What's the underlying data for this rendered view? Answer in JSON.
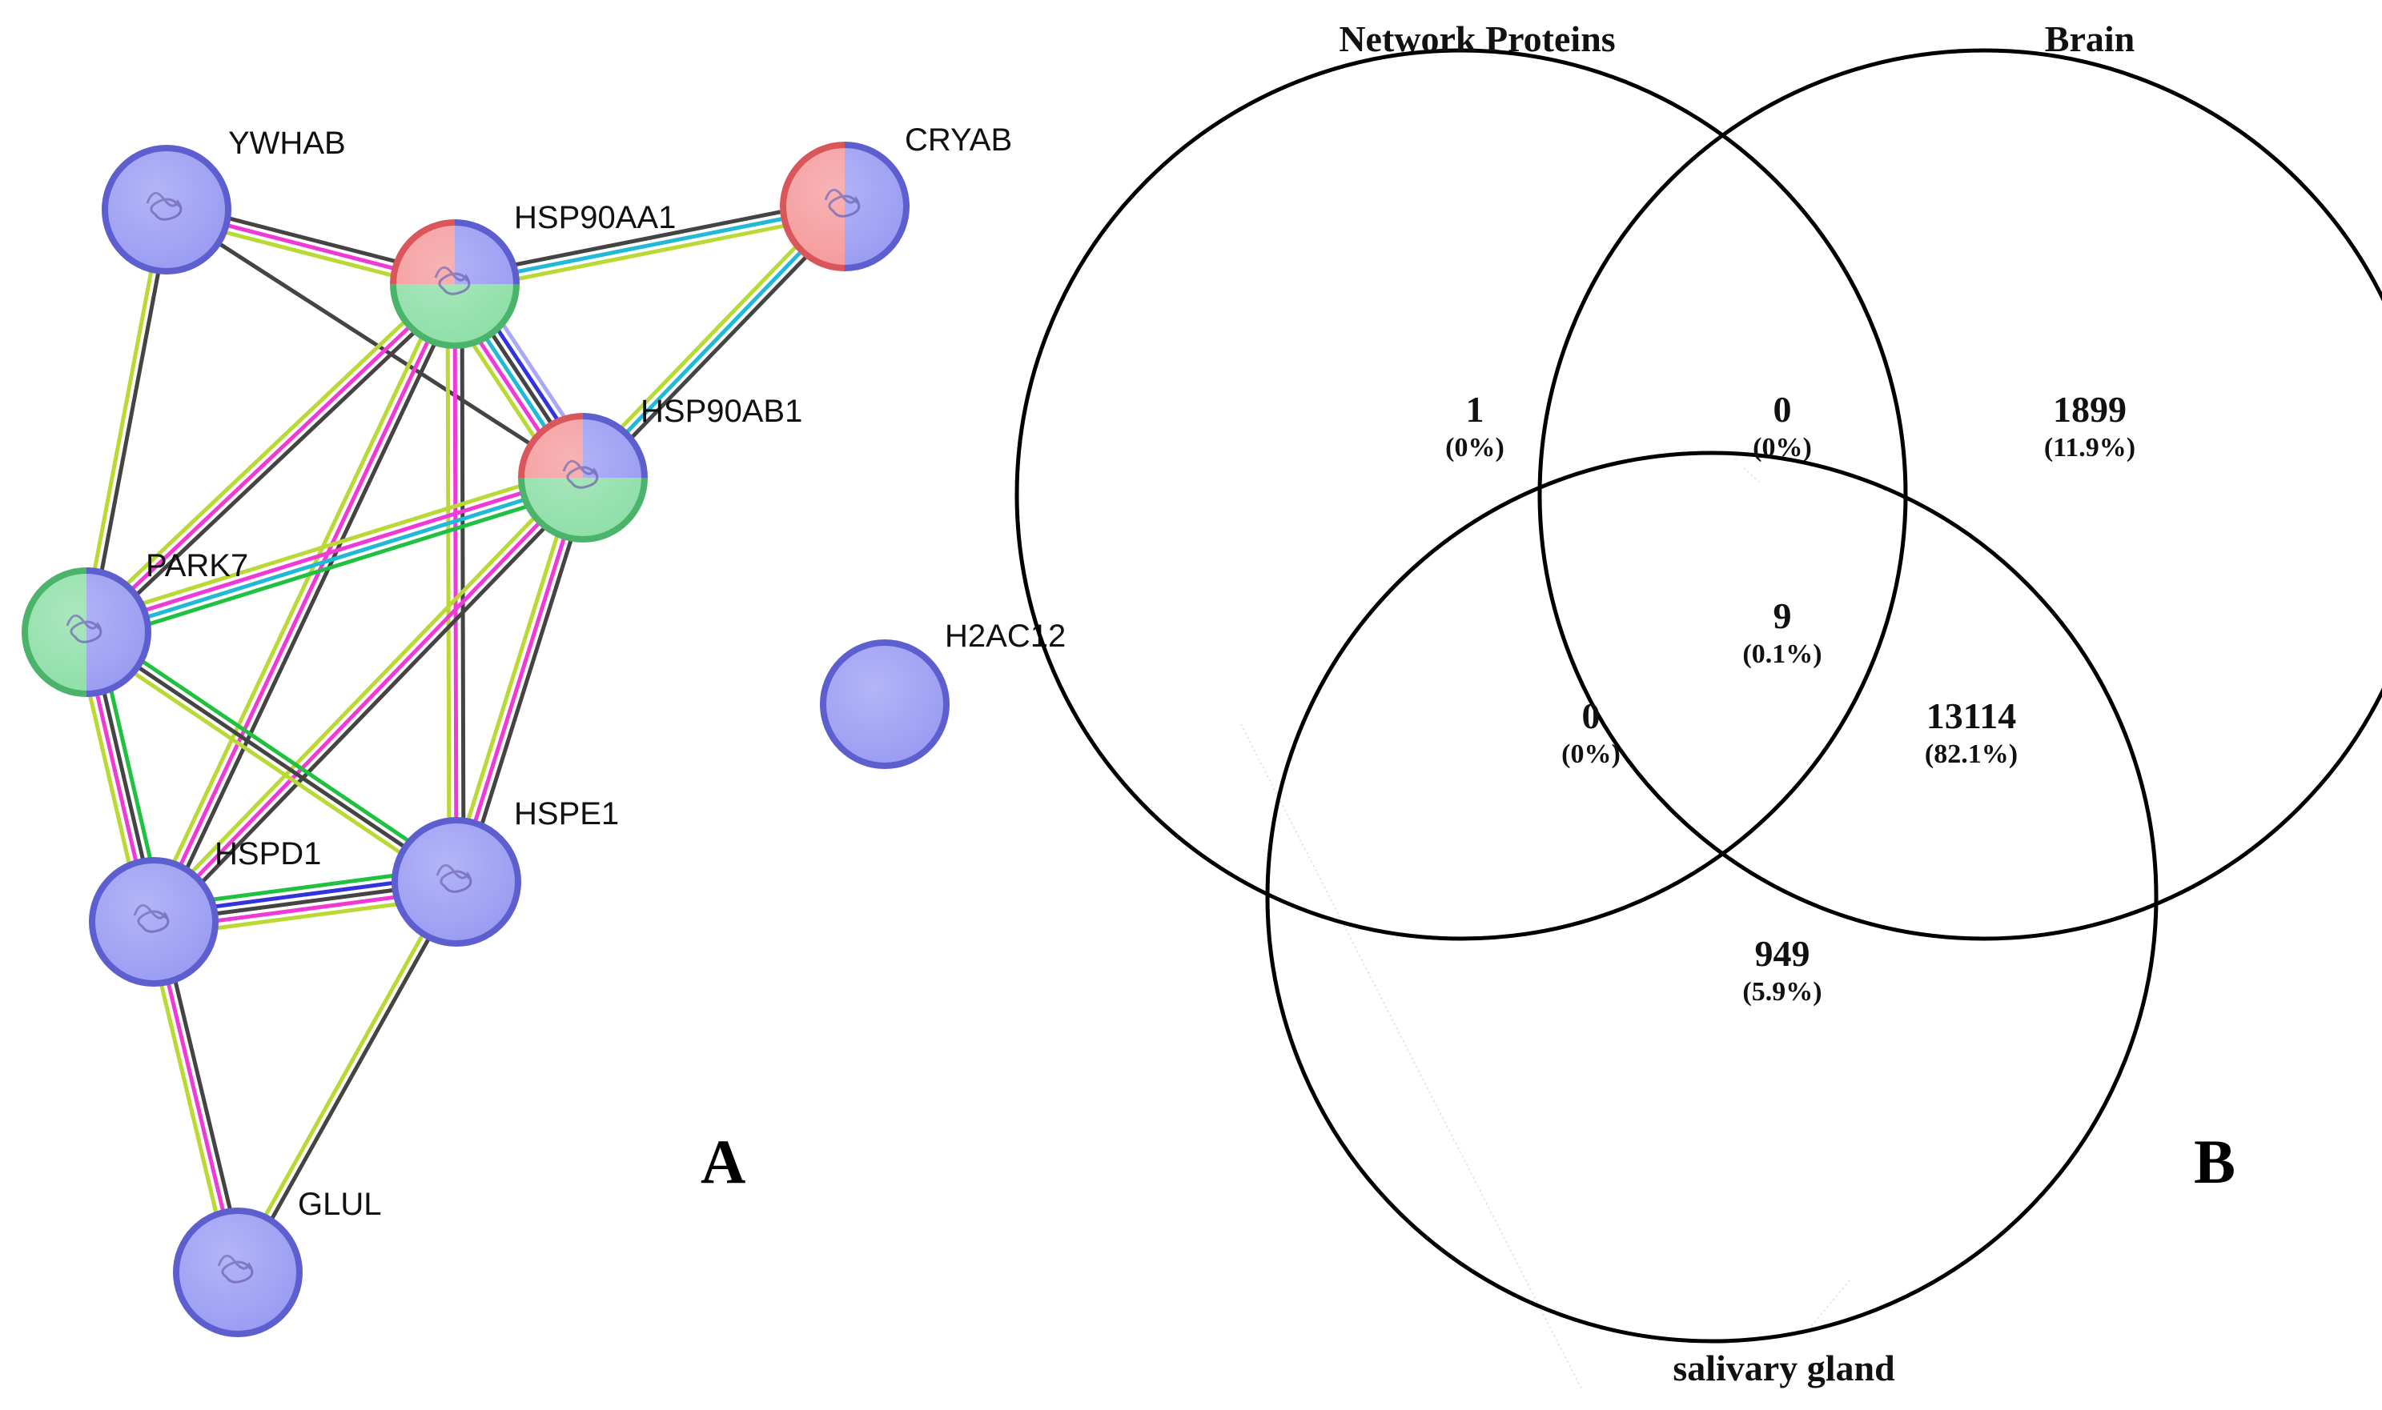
{
  "panel_a": {
    "letter": "A",
    "colors": {
      "node_fill": "#9a9cf3",
      "node_stroke": "#5d5fcf",
      "red_segment": "#f59a9c",
      "green_segment": "#8fdfa8",
      "green_stroke": "#4cb36a",
      "red_stroke": "#d9575a"
    },
    "nodes": [
      {
        "id": "YWHAB",
        "label": "YWHAB",
        "segments": [
          "blue"
        ]
      },
      {
        "id": "HSP90AA1",
        "label": "HSP90AA1",
        "segments": [
          "red",
          "blue",
          "green"
        ]
      },
      {
        "id": "CRYAB",
        "label": "CRYAB",
        "segments": [
          "red",
          "blue"
        ]
      },
      {
        "id": "HSP90AB1",
        "label": "HSP90AB1",
        "segments": [
          "red",
          "blue",
          "green"
        ]
      },
      {
        "id": "PARK7",
        "label": "PARK7",
        "segments": [
          "green",
          "blue"
        ]
      },
      {
        "id": "H2AC12",
        "label": "H2AC12",
        "segments": [
          "blue"
        ]
      },
      {
        "id": "HSPD1",
        "label": "HSPD1",
        "segments": [
          "blue"
        ]
      },
      {
        "id": "HSPE1",
        "label": "HSPE1",
        "segments": [
          "blue"
        ]
      },
      {
        "id": "GLUL",
        "label": "GLUL",
        "segments": [
          "blue"
        ]
      }
    ],
    "edges": [
      {
        "from": "YWHAB",
        "to": "HSP90AA1",
        "evidence": [
          "black",
          "magenta",
          "yellow-green"
        ]
      },
      {
        "from": "YWHAB",
        "to": "HSP90AB1",
        "evidence": [
          "black"
        ]
      },
      {
        "from": "YWHAB",
        "to": "PARK7",
        "evidence": [
          "black",
          "yellow-green"
        ]
      },
      {
        "from": "HSP90AA1",
        "to": "CRYAB",
        "evidence": [
          "black",
          "cyan",
          "yellow-green"
        ]
      },
      {
        "from": "HSP90AA1",
        "to": "HSP90AB1",
        "evidence": [
          "lavender",
          "blue",
          "black",
          "cyan",
          "magenta",
          "yellow-green"
        ]
      },
      {
        "from": "HSP90AA1",
        "to": "PARK7",
        "evidence": [
          "black",
          "magenta",
          "yellow-green"
        ]
      },
      {
        "from": "HSP90AA1",
        "to": "HSPD1",
        "evidence": [
          "black",
          "magenta",
          "yellow-green"
        ]
      },
      {
        "from": "HSP90AA1",
        "to": "HSPE1",
        "evidence": [
          "black",
          "magenta",
          "yellow-green"
        ]
      },
      {
        "from": "CRYAB",
        "to": "HSP90AB1",
        "evidence": [
          "black",
          "cyan",
          "yellow-green"
        ]
      },
      {
        "from": "HSP90AB1",
        "to": "PARK7",
        "evidence": [
          "green",
          "cyan",
          "magenta",
          "yellow-green"
        ]
      },
      {
        "from": "HSP90AB1",
        "to": "HSPD1",
        "evidence": [
          "black",
          "magenta",
          "yellow-green"
        ]
      },
      {
        "from": "HSP90AB1",
        "to": "HSPE1",
        "evidence": [
          "black",
          "magenta",
          "yellow-green"
        ]
      },
      {
        "from": "PARK7",
        "to": "HSPD1",
        "evidence": [
          "green",
          "black",
          "magenta",
          "yellow-green"
        ]
      },
      {
        "from": "PARK7",
        "to": "HSPE1",
        "evidence": [
          "green",
          "black",
          "yellow-green"
        ]
      },
      {
        "from": "HSPD1",
        "to": "HSPE1",
        "evidence": [
          "green",
          "blue",
          "black",
          "magenta",
          "yellow-green"
        ]
      },
      {
        "from": "HSPD1",
        "to": "GLUL",
        "evidence": [
          "black",
          "magenta",
          "yellow-green"
        ]
      },
      {
        "from": "HSPE1",
        "to": "GLUL",
        "evidence": [
          "black",
          "yellow-green"
        ]
      }
    ],
    "edge_colors": {
      "black": "#444444",
      "magenta": "#f03ad6",
      "yellow-green": "#b9d934",
      "cyan": "#22b8d8",
      "green": "#20c040",
      "blue": "#3333dd",
      "lavender": "#a9a9f5"
    }
  },
  "panel_b": {
    "letter": "B",
    "sets": [
      {
        "id": "network",
        "title": "Network Proteins"
      },
      {
        "id": "brain",
        "title": "Brain"
      },
      {
        "id": "salivary",
        "title": "salivary gland"
      }
    ],
    "regions": [
      {
        "id": "network_only",
        "count": "1",
        "percent": "(0%)"
      },
      {
        "id": "network_brain",
        "count": "0",
        "percent": "(0%)"
      },
      {
        "id": "brain_only",
        "count": "1899",
        "percent": "(11.9%)"
      },
      {
        "id": "all_three",
        "count": "9",
        "percent": "(0.1%)"
      },
      {
        "id": "network_salivary",
        "count": "0",
        "percent": "(0%)"
      },
      {
        "id": "brain_salivary",
        "count": "13114",
        "percent": "(82.1%)"
      },
      {
        "id": "salivary_only",
        "count": "949",
        "percent": "(5.9%)"
      }
    ]
  }
}
